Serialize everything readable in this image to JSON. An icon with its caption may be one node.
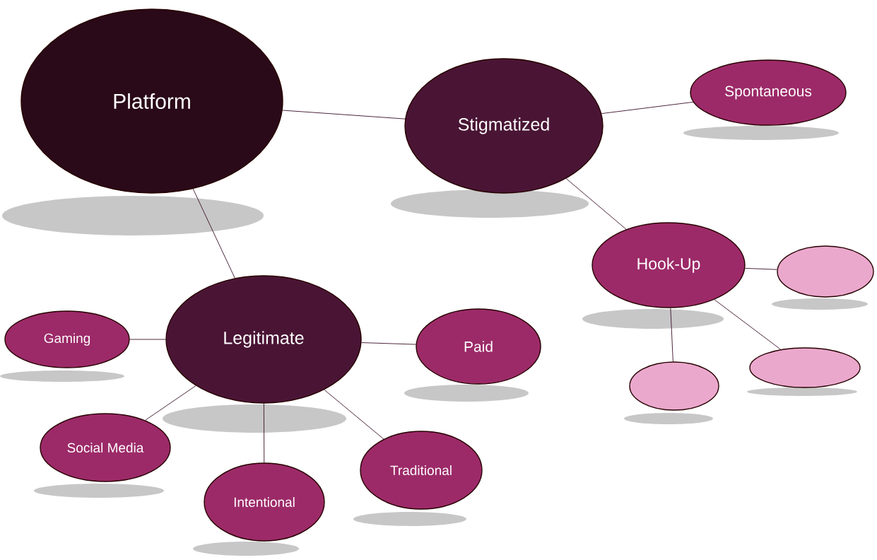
{
  "diagram": {
    "nodes": [
      {
        "text": [
          "Platform"
        ]
      },
      {
        "text": [
          "Stigmatized"
        ]
      },
      {
        "text": [
          "Spontaneous"
        ]
      },
      {
        "text": [
          "Hook-Up"
        ]
      },
      {
        "text": [],
        "shape": "ellipse"
      },
      {
        "text": [],
        "shape": "ellipse"
      },
      {
        "text": [],
        "shape": "ellipse"
      },
      {
        "text": [
          "Legitimate"
        ]
      },
      {
        "text": [
          "Gaming"
        ]
      },
      {
        "text": [
          "Paid"
        ]
      },
      {
        "text": [
          "Social Media"
        ]
      },
      {
        "text": [
          "Intentional"
        ]
      },
      {
        "text": [
          "Traditional"
        ]
      }
    ],
    "edges": [
      {
        "from": 0,
        "to": 1,
        "arrow": "none"
      },
      {
        "from": 1,
        "to": 2,
        "arrow": "none"
      },
      {
        "from": 1,
        "to": 3,
        "arrow": "none"
      },
      {
        "from": 3,
        "to": 4,
        "arrow": "none"
      },
      {
        "from": 3,
        "to": 5,
        "arrow": "none"
      },
      {
        "from": 3,
        "to": 6,
        "arrow": "none"
      },
      {
        "from": 0,
        "to": 7,
        "arrow": "none"
      },
      {
        "from": 7,
        "to": 8,
        "arrow": "none"
      },
      {
        "from": 7,
        "to": 9,
        "arrow": "none"
      },
      {
        "from": 7,
        "to": 10,
        "arrow": "none"
      },
      {
        "from": 7,
        "to": 11,
        "arrow": "none"
      },
      {
        "from": 7,
        "to": 12,
        "arrow": "none"
      }
    ]
  }
}
